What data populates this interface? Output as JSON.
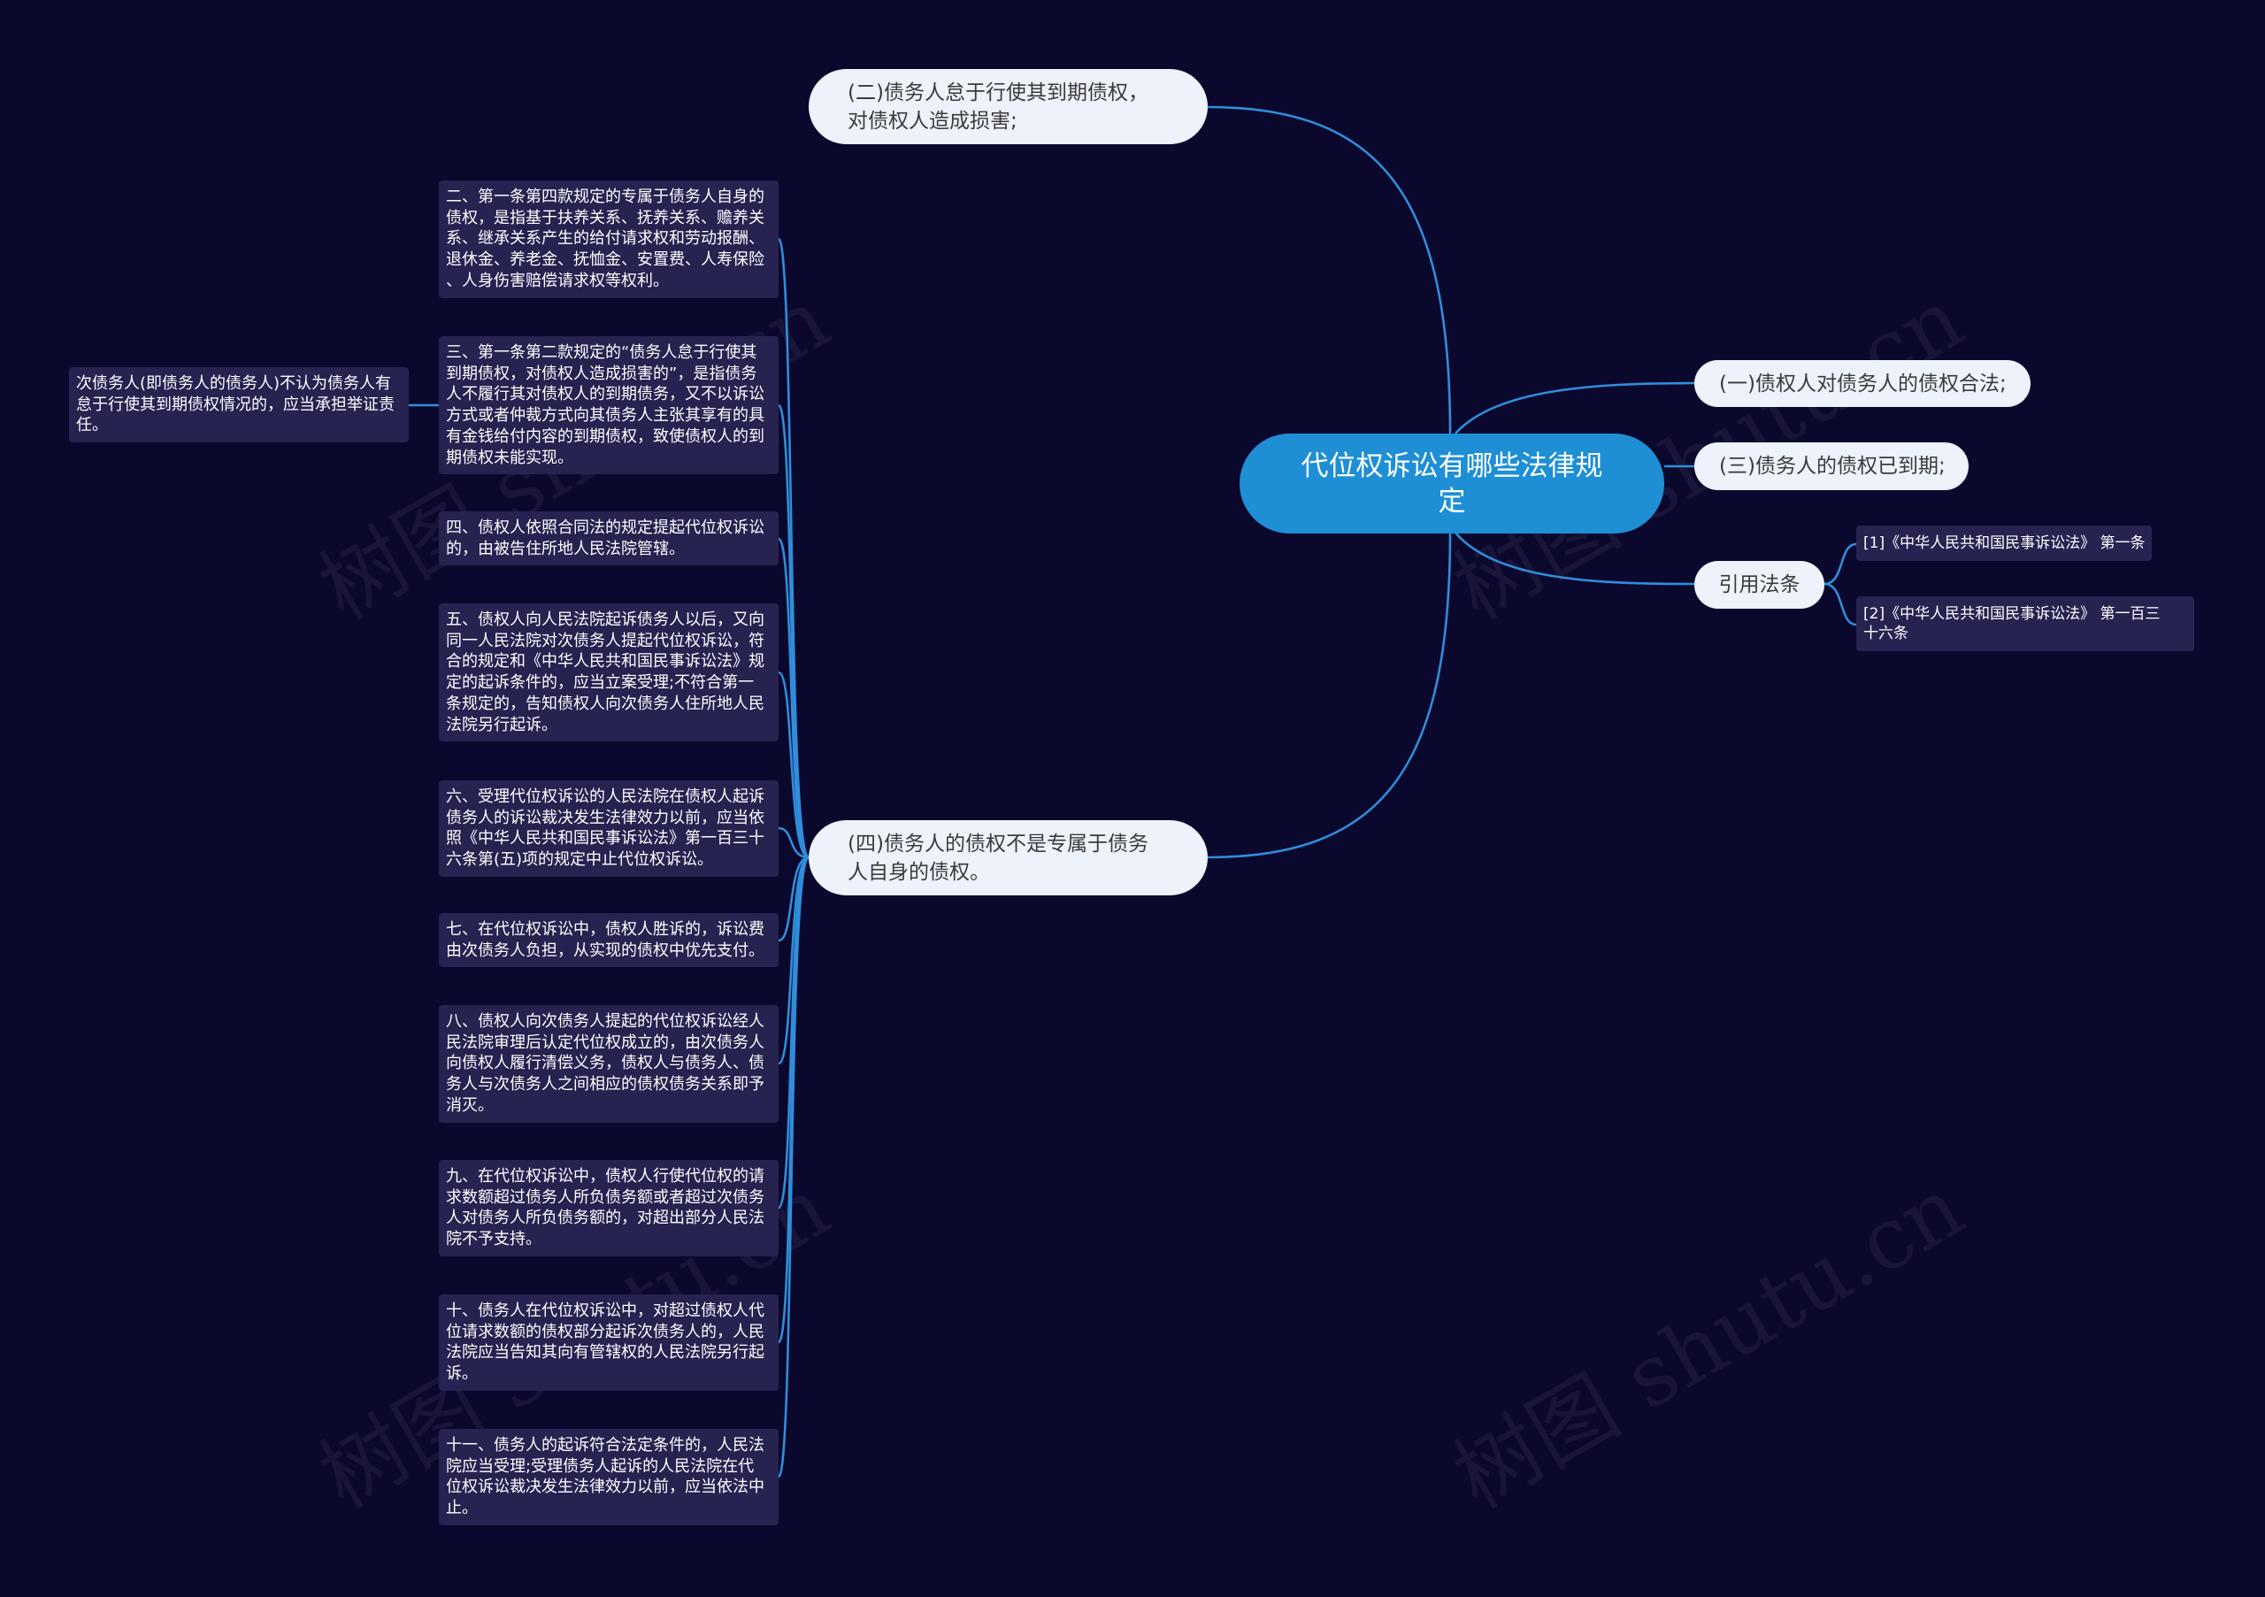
{
  "watermark": "树图 shutu.cn",
  "colors": {
    "background": "#0b082d",
    "connector": "#2f8ddb",
    "central_node": "#1e8fd5",
    "topic_pill": "#eef2fb",
    "leaf_box": "#262350"
  },
  "central": {
    "lines": [
      "代位权诉讼有哪些法律规",
      "定"
    ]
  },
  "right": {
    "condition_1": "(一)债权人对债务人的债权合法;",
    "condition_3": "(三)债务人的债权已到期;",
    "citations": {
      "label": "引用法条",
      "items": [
        {
          "lines": [
            "[1]《中华人民共和国民事诉讼法》 第一条"
          ]
        },
        {
          "lines": [
            "[2]《中华人民共和国民事诉讼法》 第一百三",
            "十六条"
          ]
        }
      ]
    }
  },
  "left": {
    "condition_2": {
      "lines": [
        "(二)债务人怠于行使其到期债权，",
        "对债权人造成损害;"
      ]
    },
    "condition_4": {
      "lines": [
        "(四)债务人的债权不是专属于债务",
        "人自身的债权。"
      ],
      "details": [
        {
          "lines": [
            "二、第一条第四款规定的专属于债务人自身的",
            "债权，是指基于扶养关系、抚养关系、赡养关",
            "系、继承关系产生的给付请求权和劳动报酬、",
            "退休金、养老金、抚恤金、安置费、人寿保险",
            "、人身伤害赔偿请求权等权利。"
          ]
        },
        {
          "lines": [
            "三、第一条第二款规定的“债务人怠于行使其",
            "到期债权，对债权人造成损害的”，是指债务",
            "人不履行其对债权人的到期债务，又不以诉讼",
            "方式或者仲裁方式向其债务人主张其享有的具",
            "有金钱给付内容的到期债权，致使债权人的到",
            "期债权未能实现。"
          ]
        },
        {
          "lines": [
            "四、债权人依照合同法的规定提起代位权诉讼",
            "的，由被告住所地人民法院管辖。"
          ]
        },
        {
          "lines": [
            "五、债权人向人民法院起诉债务人以后，又向",
            "同一人民法院对次债务人提起代位权诉讼，符",
            "合的规定和《中华人民共和国民事诉讼法》规",
            "定的起诉条件的，应当立案受理;不符合第一",
            "条规定的，告知债权人向次债务人住所地人民",
            "法院另行起诉。"
          ]
        },
        {
          "lines": [
            "六、受理代位权诉讼的人民法院在债权人起诉",
            "债务人的诉讼裁决发生法律效力以前，应当依",
            "照《中华人民共和国民事诉讼法》第一百三十",
            "六条第(五)项的规定中止代位权诉讼。"
          ]
        },
        {
          "lines": [
            "七、在代位权诉讼中，债权人胜诉的，诉讼费",
            "由次债务人负担，从实现的债权中优先支付。"
          ]
        },
        {
          "lines": [
            "八、债权人向次债务人提起的代位权诉讼经人",
            "民法院审理后认定代位权成立的，由次债务人",
            "向债权人履行清偿义务，债权人与债务人、债",
            "务人与次债务人之间相应的债权债务关系即予",
            "消灭。"
          ]
        },
        {
          "lines": [
            "九、在代位权诉讼中，债权人行使代位权的请",
            "求数额超过债务人所负债务额或者超过次债务",
            "人对债务人所负债务额的，对超出部分人民法",
            "院不予支持。"
          ]
        },
        {
          "lines": [
            "十、债务人在代位权诉讼中，对超过债权人代",
            "位请求数额的债权部分起诉次债务人的，人民",
            "法院应当告知其向有管辖权的人民法院另行起",
            "诉。"
          ]
        },
        {
          "lines": [
            "十一、债务人的起诉符合法定条件的，人民法",
            "院应当受理;受理债务人起诉的人民法院在代",
            "位权诉讼裁决发生法律效力以前，应当依法中",
            "止。"
          ]
        }
      ]
    },
    "detail_note": {
      "lines": [
        "次债务人(即债务人的债务人)不认为债务人有",
        "怠于行使其到期债权情况的，应当承担举证责",
        "任。"
      ]
    }
  }
}
